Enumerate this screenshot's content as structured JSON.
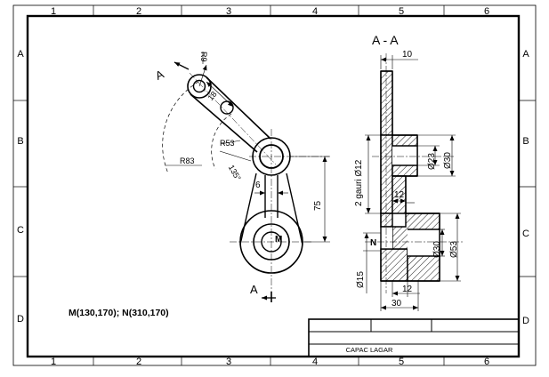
{
  "drawing": {
    "column_labels": [
      "1",
      "2",
      "3",
      "4",
      "5",
      "6"
    ],
    "row_labels": [
      "A",
      "B",
      "C",
      "D"
    ],
    "section_title": "A - A",
    "section_marker": "A",
    "points_note": "M(130,170);  N(310,170)",
    "point_m": "M",
    "point_n": "N",
    "front_view_dims": {
      "r9": "R9",
      "d18": "18",
      "r53": "R53",
      "r83": "R83",
      "angle135": "135°",
      "d6": "6",
      "d75": "75"
    },
    "section_view_dims": {
      "d10": "10",
      "holes": "2 gauri Ø12",
      "d23": "Ø23",
      "d30_upper": "Ø30",
      "d12_mid": "12",
      "d30_lower": "Ø30",
      "d53": "Ø53",
      "d15": "Ø15",
      "d12_bottom": "12",
      "d30_bottom": "30"
    },
    "title_block": {
      "part_name": "CAPAC LAGAR"
    }
  }
}
